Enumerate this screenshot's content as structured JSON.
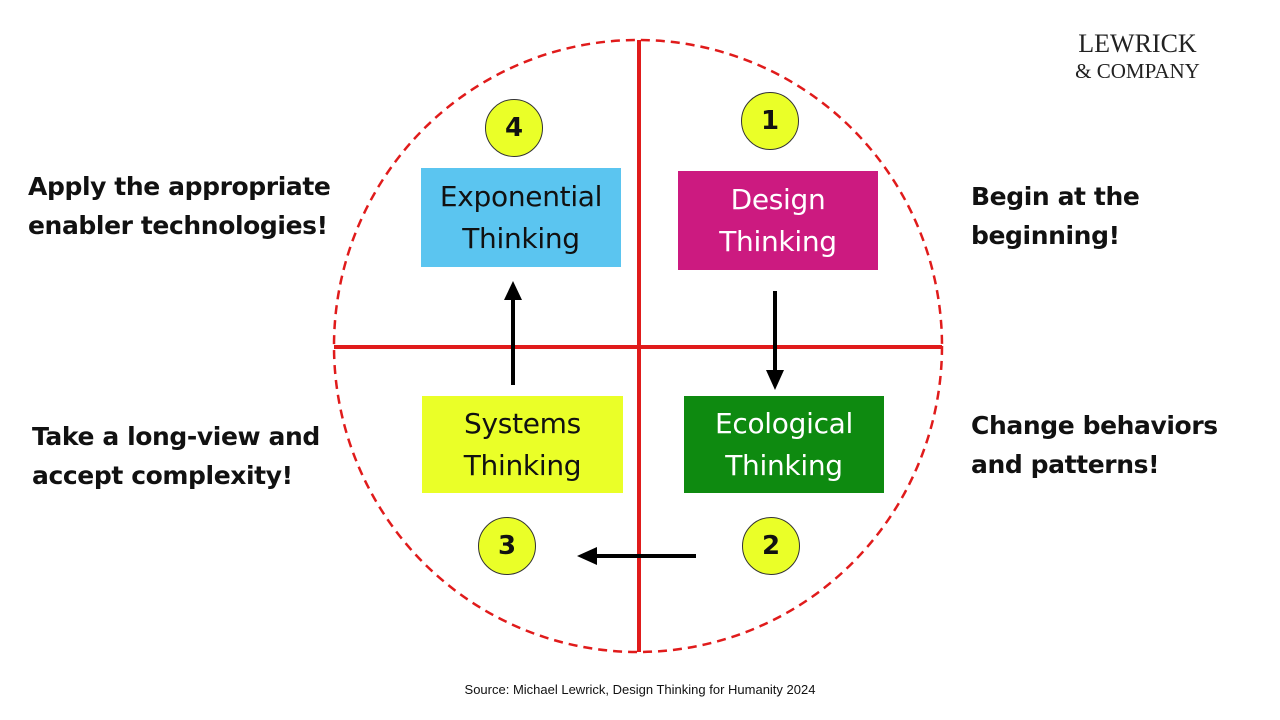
{
  "brand": {
    "line1": "LEWRICK",
    "line2": "& COMPANY"
  },
  "quadrants": {
    "exponential": {
      "number": "4",
      "line1": "Exponential",
      "line2": "Thinking",
      "color": "#5bc5f0"
    },
    "design": {
      "number": "1",
      "line1": "Design",
      "line2": "Thinking",
      "color": "#cc1a80"
    },
    "ecological": {
      "number": "2",
      "line1": "Ecological",
      "line2": "Thinking",
      "color": "#0e8a10"
    },
    "systems": {
      "number": "3",
      "line1": "Systems",
      "line2": "Thinking",
      "color": "#eaff28"
    }
  },
  "captions": {
    "top_left": {
      "line1": "Apply the appropriate",
      "line2": "enabler technologies!"
    },
    "top_right": {
      "line1": "Begin at the",
      "line2": "beginning!"
    },
    "bottom_left": {
      "line1": "Take a long-view and",
      "line2": "accept complexity!"
    },
    "bottom_right": {
      "line1": "Change behaviors",
      "line2": "and patterns!"
    }
  },
  "source": "Source: Michael Lewrick, Design Thinking for Humanity 2024",
  "colors": {
    "circle_and_axes": "#e01b1b",
    "badge_fill": "#eaff28",
    "arrows": "#000000"
  }
}
